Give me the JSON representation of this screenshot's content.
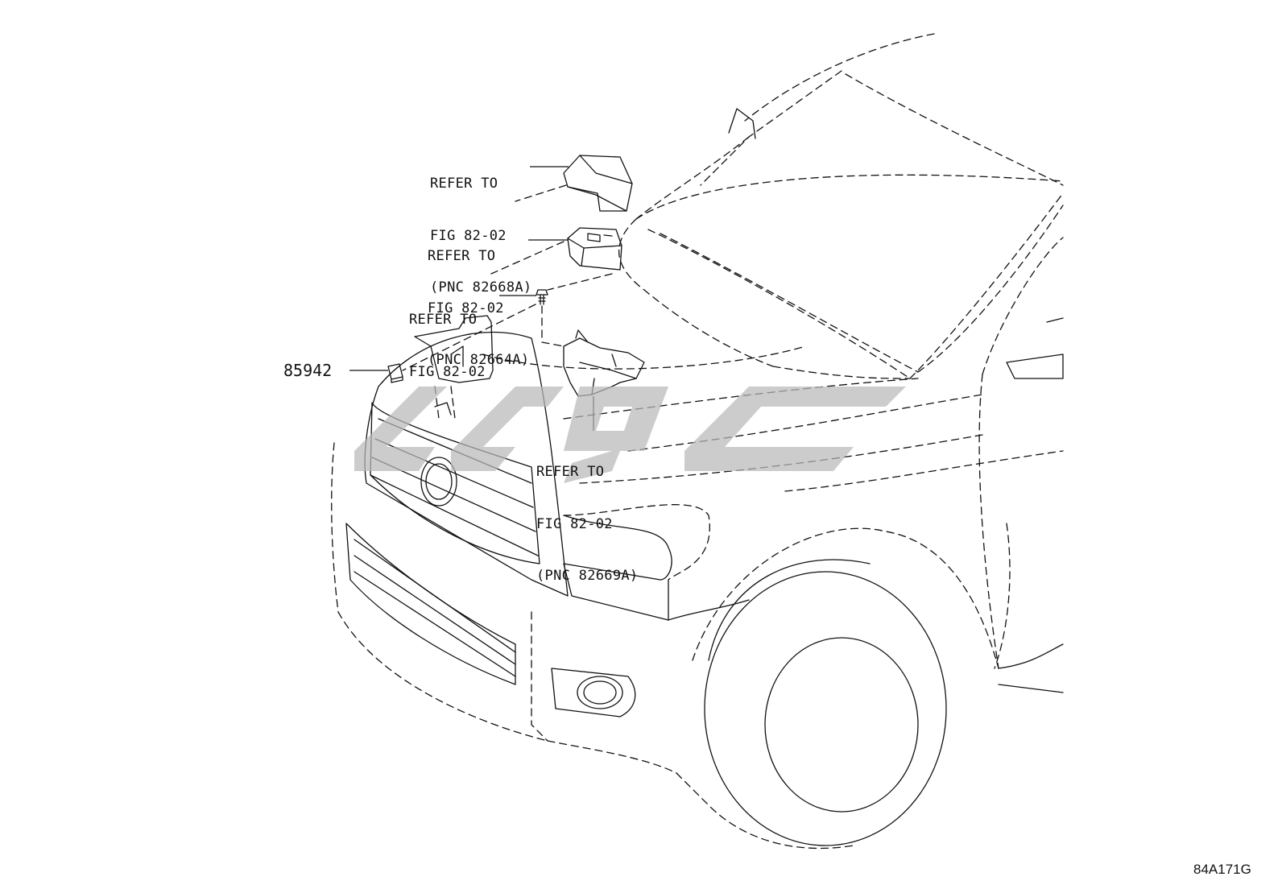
{
  "callouts": [
    {
      "id": "c1",
      "lines": [
        "REFER TO",
        "FIG 82-02",
        "(PNC 82668A)"
      ]
    },
    {
      "id": "c2",
      "lines": [
        "REFER TO",
        "FIG 82-02",
        "(PNC 82664A)"
      ]
    },
    {
      "id": "c3",
      "lines": [
        "REFER TO",
        "FIG 82-02"
      ]
    },
    {
      "id": "c4",
      "lines": [
        "REFER TO",
        "FIG 82-02",
        "(PNC 82669A)"
      ]
    }
  ],
  "part_number": "85942",
  "figure_code": "84A171G"
}
